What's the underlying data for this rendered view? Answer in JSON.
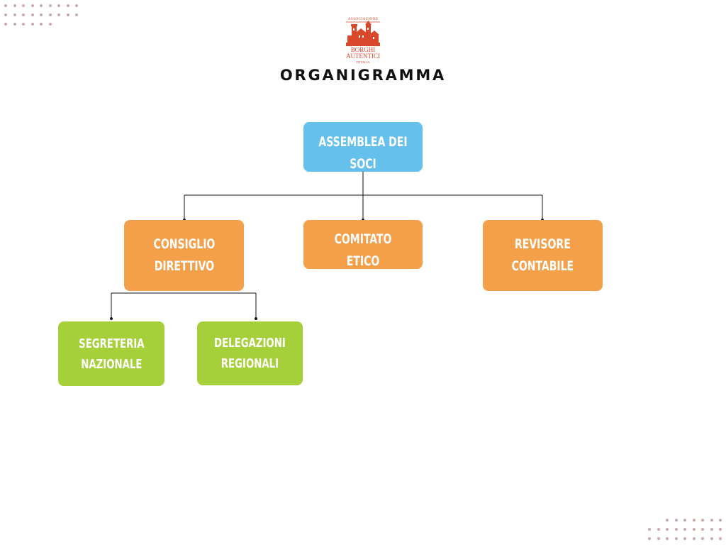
{
  "title": "ORGANIGRAMMA",
  "logo": {
    "top_text": "ASSOCIAZIONE",
    "line1": "BORGHI",
    "line2": "AUTENTICI",
    "line3": "D'ITALIA",
    "color": "#d9482b"
  },
  "colors": {
    "root": "#65c0ec",
    "level1": "#f4a04a",
    "level2": "#a6d039",
    "connector": "#111111",
    "dots_left": "#c9a9ab",
    "dots_right": "#c9a9ab"
  },
  "nodes": {
    "assemblea": "ASSEMBLEA DEI SOCI",
    "consiglio": "CONSIGLIO\nDIRETTIVO",
    "comitato": "COMITATO ETICO",
    "revisore": "REVISORE\nCONTABILE",
    "segreteria": "SEGRETERIA\nNAZIONALE",
    "delegazioni": "DELEGAZIONI\nREGIONALI"
  },
  "edges": [
    [
      "assemblea",
      "consiglio"
    ],
    [
      "assemblea",
      "comitato"
    ],
    [
      "assemblea",
      "revisore"
    ],
    [
      "consiglio",
      "segreteria"
    ],
    [
      "consiglio",
      "delegazioni"
    ]
  ]
}
